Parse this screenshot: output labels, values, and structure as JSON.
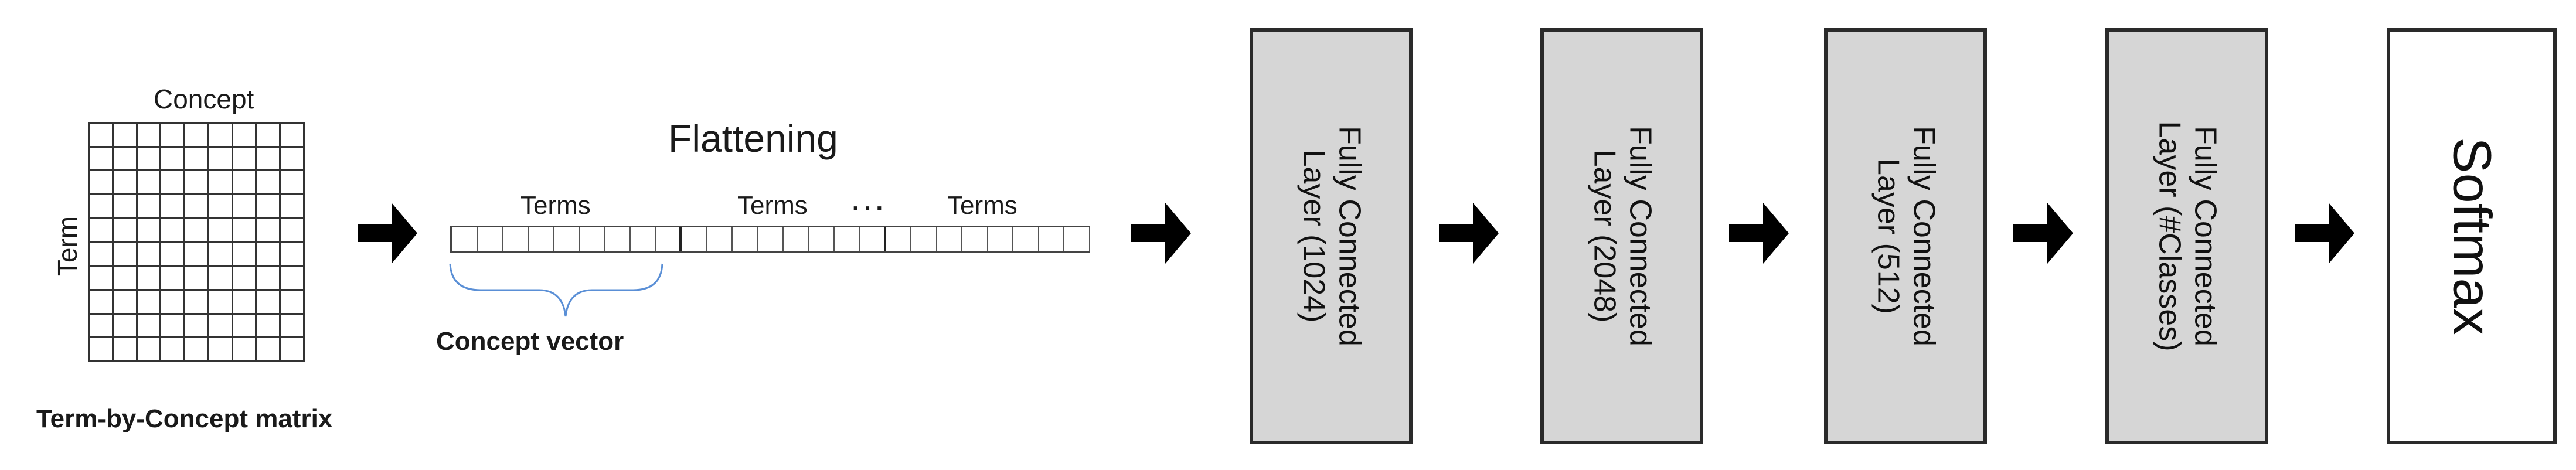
{
  "matrix": {
    "top_label": "Concept",
    "side_label": "Term",
    "caption": "Term-by-Concept matrix",
    "rows": 10,
    "cols": 9
  },
  "flatten": {
    "title": "Flattening",
    "segment_labels": [
      "Terms",
      "Terms",
      "Terms"
    ],
    "ellipsis": "…",
    "brace_label": "Concept vector"
  },
  "layers": [
    {
      "line1": "Fully Connected",
      "line2": "Layer (1024)"
    },
    {
      "line1": "Fully Connected",
      "line2": "Layer (2048)"
    },
    {
      "line1": "Fully Connected",
      "line2": "Layer (512)"
    },
    {
      "line1": "Fully Connected",
      "line2": "Layer (#Classes)"
    }
  ],
  "output": {
    "label": "Softmax"
  },
  "arrow_icon": "right-arrow-icon"
}
